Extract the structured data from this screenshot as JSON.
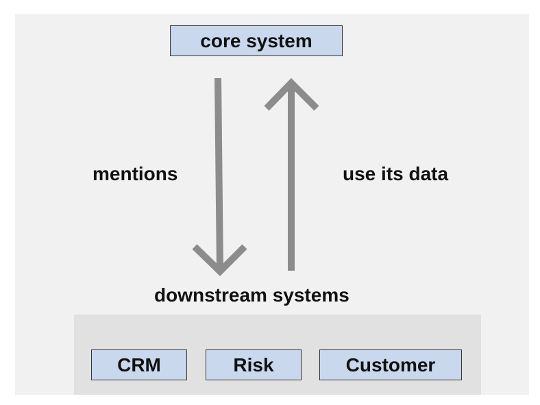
{
  "core": {
    "label": "core system"
  },
  "edges": {
    "down_label": "mentions",
    "up_label": "use its data"
  },
  "downstream": {
    "title": "downstream systems",
    "systems": [
      "CRM",
      "Risk",
      "Customer"
    ]
  },
  "colors": {
    "box_fill": "#c9d8ec",
    "arrow": "#8c8c8c",
    "background": "#f1f1f1",
    "group_fill": "#e1e1e1"
  }
}
